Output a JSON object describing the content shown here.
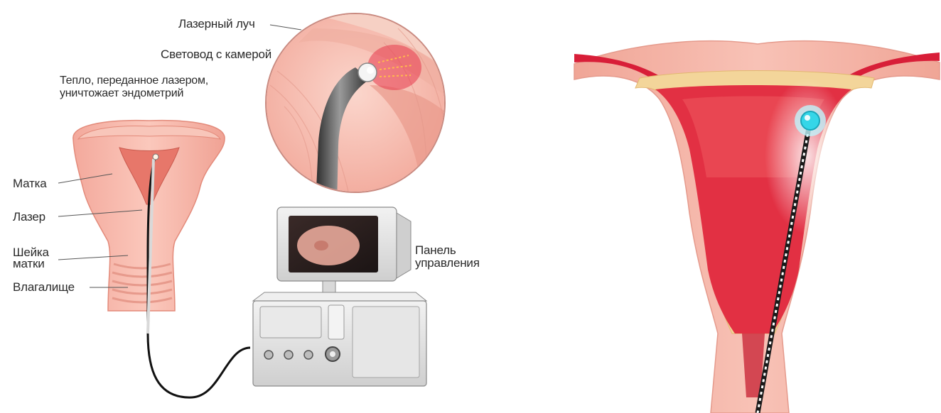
{
  "labels": {
    "laser_beam": "Лазерный луч",
    "light_guide": "Световод с камерой",
    "heat_line1": "Тепло, переданное лазером,",
    "heat_line2": "уничтожает эндометрий",
    "uterus": "Матка",
    "laser": "Лазер",
    "cervix_line1": "Шейка",
    "cervix_line2": "матки",
    "vagina": "Влагалище",
    "panel_line1": "Панель",
    "panel_line2": "управления"
  },
  "colors": {
    "tissue_pink": "#f6b7ab",
    "tissue_light": "#fbd3c8",
    "endometrium_red": "#d81e38",
    "fat_yellow": "#f3d59a",
    "device_gray": "#e3e3e3",
    "probe_cyan": "#35d6e8"
  }
}
